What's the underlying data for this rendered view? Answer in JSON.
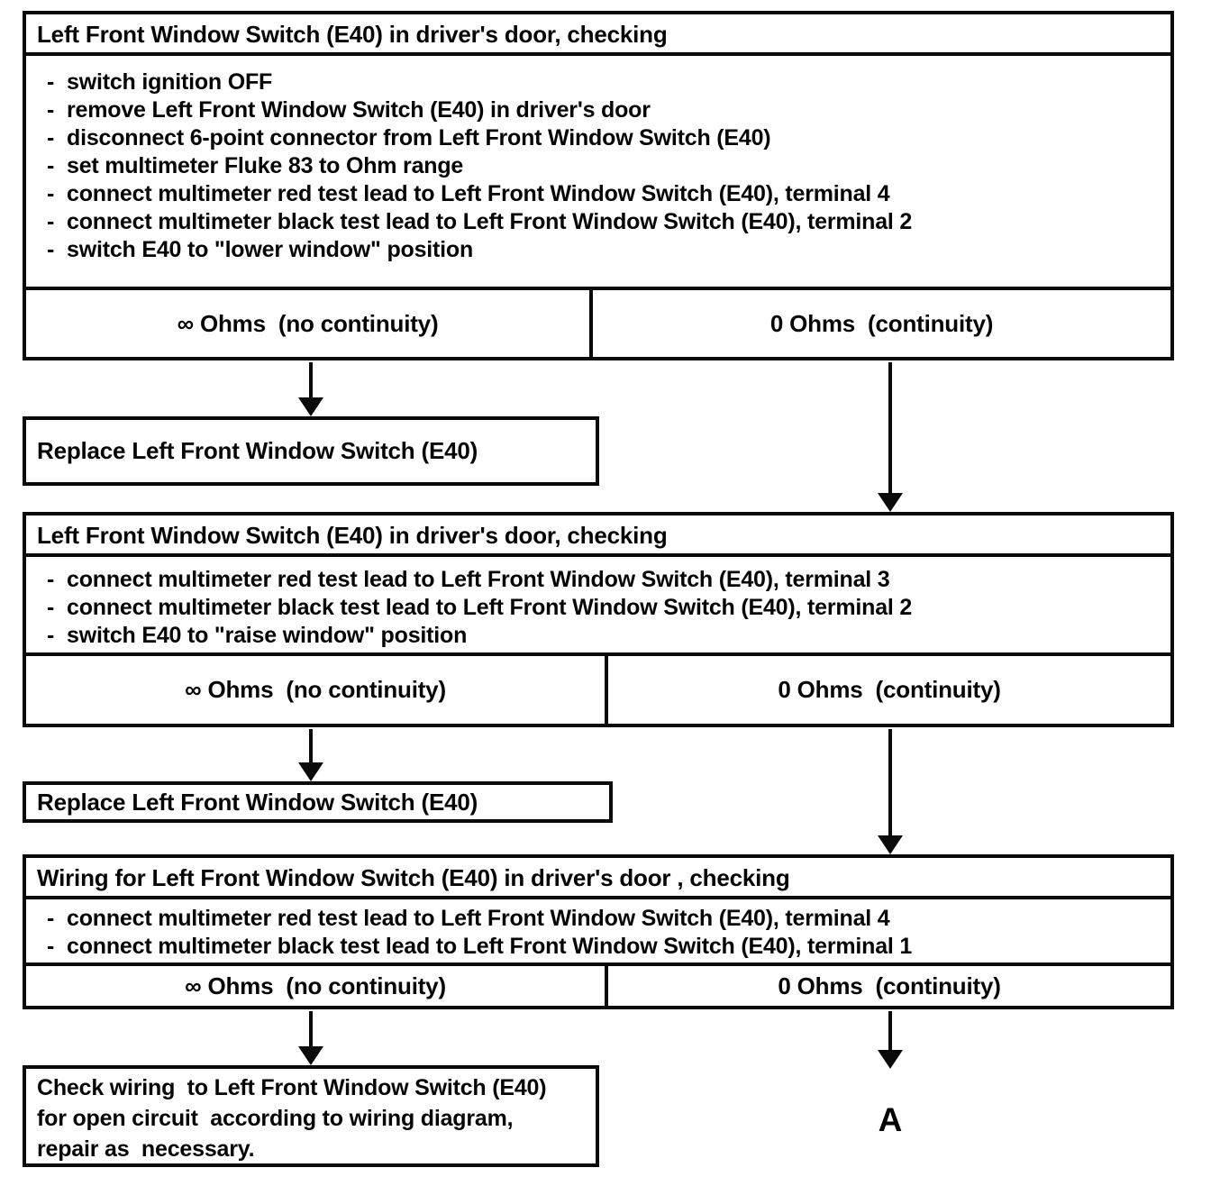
{
  "colors": {
    "ink": "#0a0a0a",
    "paper": "#ffffff"
  },
  "bullet": "-",
  "blocks": [
    {
      "title": "Left Front Window Switch (E40) in driver's door, checking",
      "steps": [
        "switch ignition OFF",
        "remove Left Front Window Switch (E40) in driver's door",
        "disconnect 6-point connector from Left Front Window Switch (E40)",
        "set multimeter Fluke 83 to Ohm range",
        "connect multimeter red test lead to Left Front Window Switch (E40), terminal 4",
        "connect multimeter black test lead to Left Front Window Switch (E40), terminal 2",
        "switch E40 to \"lower window\" position"
      ],
      "result_no_continuity": "∞ Ohms  (no continuity)",
      "result_continuity": "0 Ohms  (continuity)"
    },
    {
      "title": "Left Front Window Switch (E40) in driver's door, checking",
      "steps": [
        "connect multimeter red test lead to Left Front Window Switch (E40), terminal 3",
        "connect multimeter black test lead to Left Front Window Switch (E40), terminal 2",
        "switch E40 to \"raise window\" position"
      ],
      "result_no_continuity": "∞ Ohms  (no continuity)",
      "result_continuity": "0 Ohms  (continuity)"
    },
    {
      "title": "Wiring for Left Front Window Switch (E40) in driver's door , checking",
      "steps": [
        "connect multimeter red test lead to Left Front Window Switch (E40), terminal 4",
        "connect multimeter black test lead to Left Front Window Switch (E40), terminal 1"
      ],
      "result_no_continuity": "∞ Ohms  (no continuity)",
      "result_continuity": "0 Ohms  (continuity)"
    }
  ],
  "action_boxes": {
    "replace_switch_1": "Replace Left Front Window Switch (E40)",
    "replace_switch_2": "Replace Left Front Window Switch (E40)",
    "check_wiring": "Check wiring  to Left Front Window Switch (E40)\nfor open circuit  according to wiring diagram,\nrepair as  necessary."
  },
  "connector_label": "A"
}
